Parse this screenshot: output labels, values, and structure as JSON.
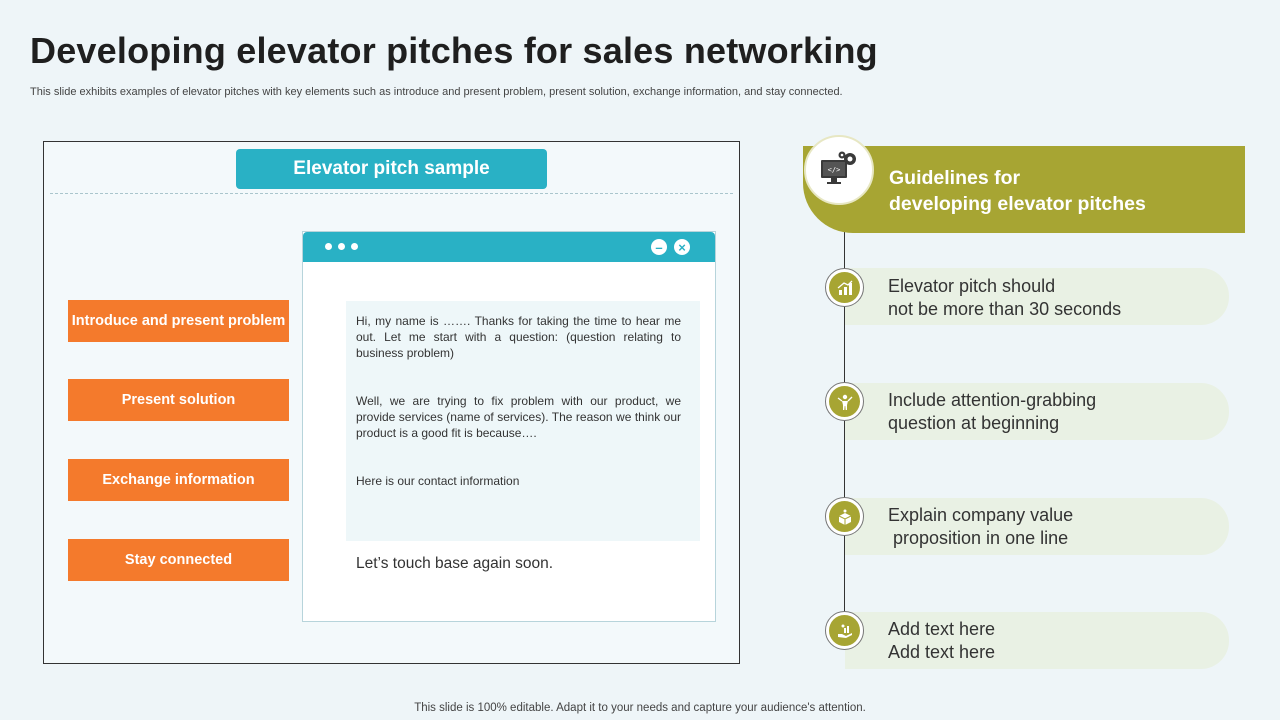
{
  "title": "Developing elevator pitches for sales networking",
  "subtitle": "This slide exhibits examples of elevator pitches with key elements such as introduce and present problem, present solution, exchange information, and stay connected.",
  "footer": "This slide is 100% editable. Adapt it to your needs and capture your audience's attention.",
  "sample": {
    "header": "Elevator pitch sample",
    "steps": [
      {
        "label": "Introduce and present problem"
      },
      {
        "label": "Present solution"
      },
      {
        "label": "Exchange information"
      },
      {
        "label": "Stay connected"
      }
    ],
    "messages": [
      "Hi, my name is ……. Thanks for taking the time to hear me out. Let me start with a question: (question relating to business problem)",
      "Well, we are trying to fix problem with our product, we provide services (name of services). The reason we think our product is a good fit is because….",
      "Here is our contact information",
      "Let’s touch base again soon."
    ],
    "window_minimize": "–",
    "window_close": "×"
  },
  "guidelines": {
    "header_line1": "Guidelines for",
    "header_line2": "developing  elevator pitches",
    "items": [
      {
        "line1": "Elevator pitch should",
        "line2": "not be more than  30 seconds",
        "icon": "chart-growth-icon"
      },
      {
        "line1": "Include attention-grabbing",
        "line2": "question at beginning",
        "icon": "person-presenting-icon"
      },
      {
        "line1": "Explain company value",
        "line2": " proposition in one line",
        "icon": "value-box-icon"
      },
      {
        "line1": "Add text here",
        "line2": "Add text here",
        "icon": "hand-growth-icon"
      }
    ]
  },
  "colors": {
    "accent_teal": "#29b1c5",
    "accent_orange": "#f47a2c",
    "accent_olive": "#a7a533"
  }
}
